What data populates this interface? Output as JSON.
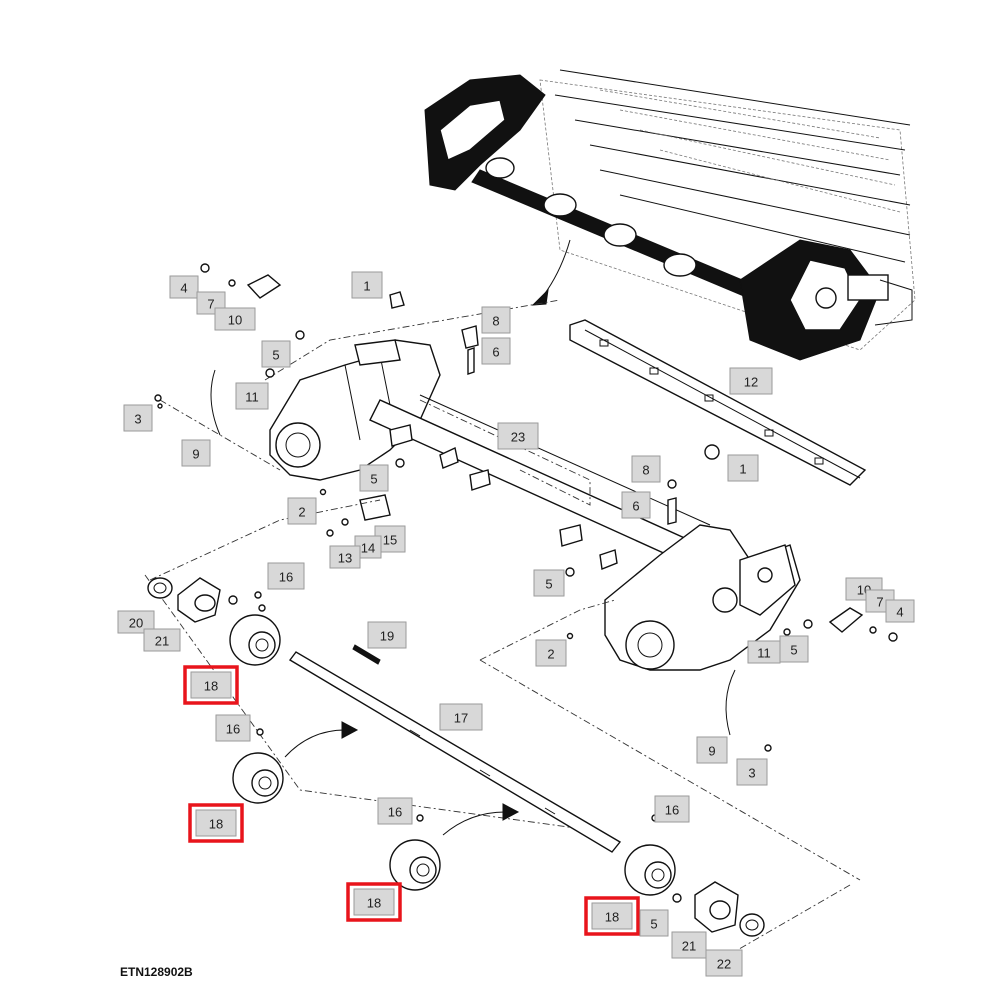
{
  "figure_id": "ETN128902B",
  "callouts": [
    {
      "label": "1"
    },
    {
      "label": "4"
    },
    {
      "label": "7"
    },
    {
      "label": "10"
    },
    {
      "label": "8"
    },
    {
      "label": "6"
    },
    {
      "label": "5"
    },
    {
      "label": "11"
    },
    {
      "label": "3"
    },
    {
      "label": "9"
    },
    {
      "label": "12"
    },
    {
      "label": "23"
    },
    {
      "label": "1"
    },
    {
      "label": "8"
    },
    {
      "label": "5"
    },
    {
      "label": "6"
    },
    {
      "label": "2"
    },
    {
      "label": "15"
    },
    {
      "label": "14"
    },
    {
      "label": "13"
    },
    {
      "label": "5"
    },
    {
      "label": "16"
    },
    {
      "label": "20"
    },
    {
      "label": "21"
    },
    {
      "label": "19"
    },
    {
      "label": "18",
      "highlight": true
    },
    {
      "label": "10"
    },
    {
      "label": "7"
    },
    {
      "label": "4"
    },
    {
      "label": "11"
    },
    {
      "label": "5"
    },
    {
      "label": "2"
    },
    {
      "label": "16"
    },
    {
      "label": "17"
    },
    {
      "label": "9"
    },
    {
      "label": "3"
    },
    {
      "label": "18",
      "highlight": true
    },
    {
      "label": "16"
    },
    {
      "label": "16"
    },
    {
      "label": "18",
      "highlight": true
    },
    {
      "label": "18",
      "highlight": true
    },
    {
      "label": "5"
    },
    {
      "label": "21"
    },
    {
      "label": "22"
    }
  ],
  "colors": {
    "highlight": "#e8141b",
    "callout_fill": "#d8d8d8",
    "line": "#111111"
  }
}
